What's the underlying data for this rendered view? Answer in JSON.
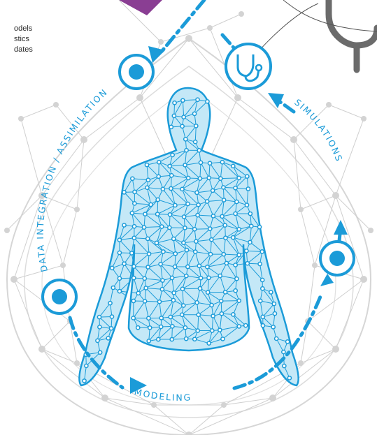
{
  "notes": [
    "odels",
    "stics",
    "dates"
  ],
  "labels": {
    "data_integration": "DATA INTEGRATION / ASSIMILATION",
    "simulations": "SIMULATIONS",
    "modeling": "MODELING"
  },
  "colors": {
    "accent": "#1b9bd8",
    "body_fill": "#bfe6f6",
    "mesh_gray": "#c9c9c9",
    "node_gray": "#d3d3d3",
    "purple": "#8a3e93",
    "stethoscope": "#6b6b6b"
  },
  "icons": [
    "target-icon",
    "stethoscope-icon",
    "human-mesh-figure"
  ]
}
